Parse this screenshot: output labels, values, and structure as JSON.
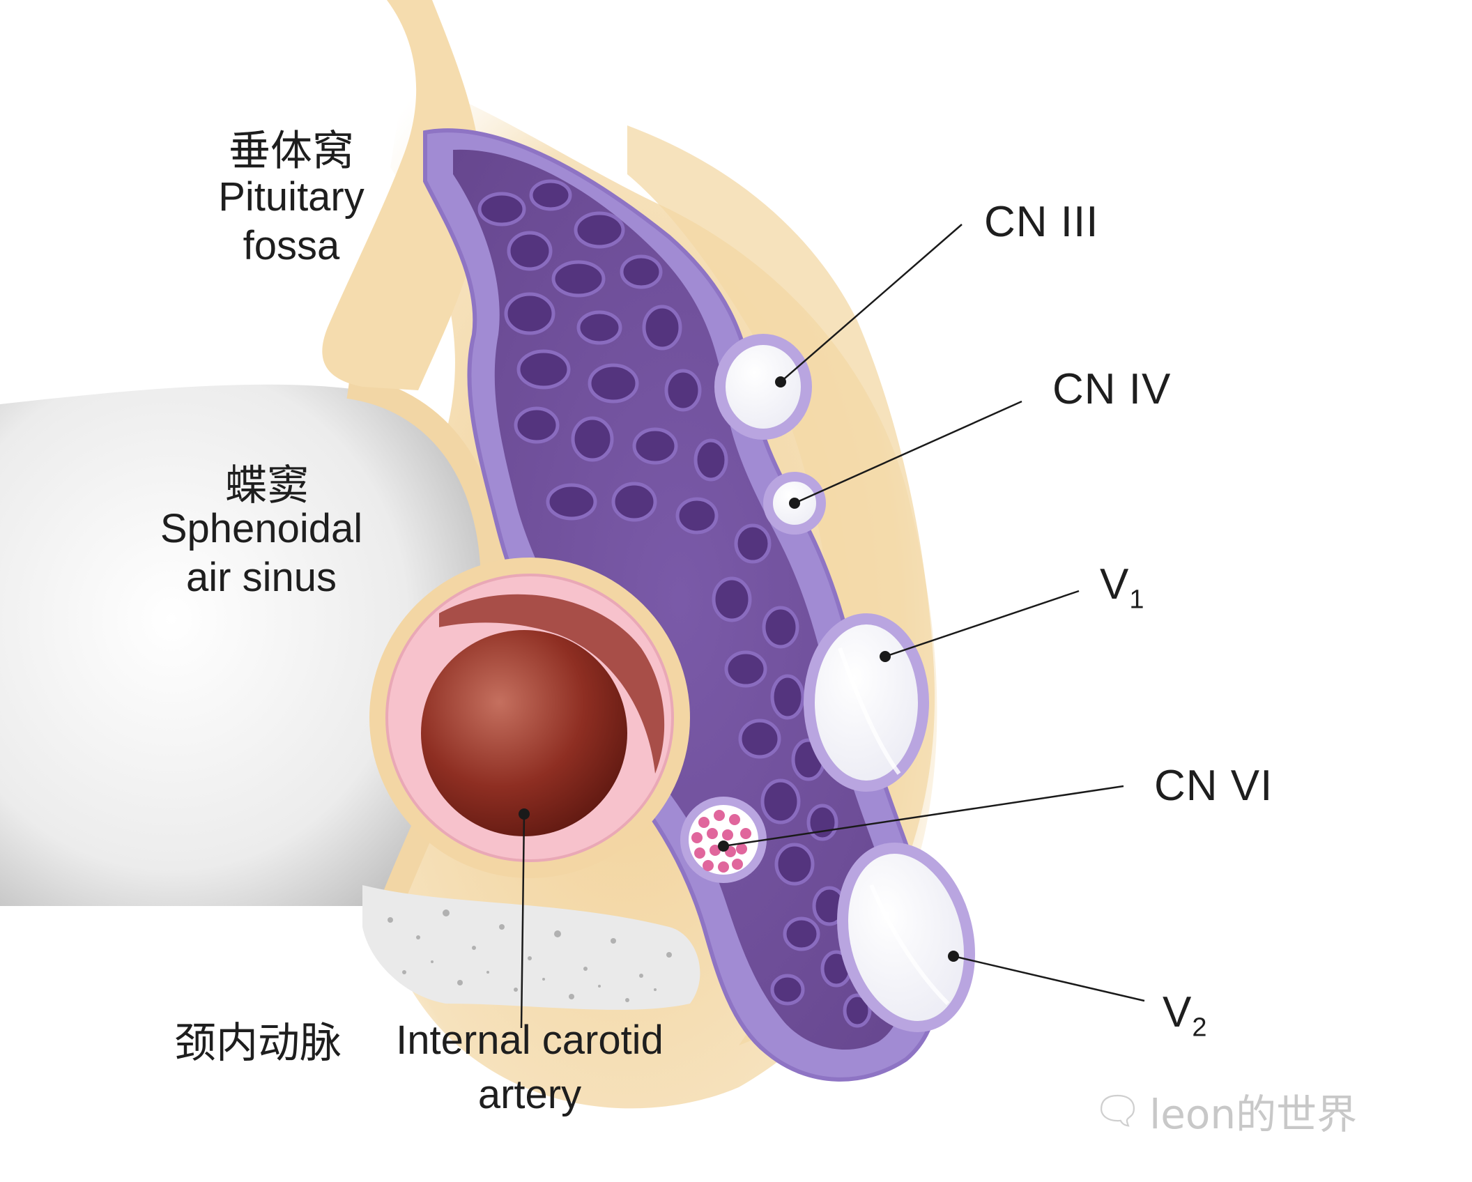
{
  "labels": {
    "pituitary_fossa": {
      "zh": "垂体窝",
      "en_line1": "Pituitary",
      "en_line2": "fossa"
    },
    "sphenoidal_sinus": {
      "zh": "蝶窦",
      "en_line1": "Sphenoidal",
      "en_line2": "air sinus"
    },
    "internal_carotid": {
      "zh": "颈内动脉",
      "en_line1": "Internal carotid",
      "en_line2": "artery"
    },
    "cn3": "CN III",
    "cn4": "CN IV",
    "v1": {
      "letter": "V",
      "subscript": "1"
    },
    "cn6": "CN VI",
    "v2": {
      "letter": "V",
      "subscript": "2"
    }
  },
  "watermark": {
    "text": "leon的世界",
    "icon": "wechat-icon"
  },
  "colors": {
    "dura_purple": "#9c84cc",
    "venous_plexus": "#6f4f9c",
    "sinus_cell_dark": "#54347e",
    "nerve_white": "#f2f2f8",
    "carotid_wall": "#f6bfc8",
    "carotid_lumen": "#8f2f24",
    "surrounding_tissue": "#f3d9a8",
    "bone_grey": "#b4b4b4",
    "cn6_dots": "#e0669c"
  }
}
